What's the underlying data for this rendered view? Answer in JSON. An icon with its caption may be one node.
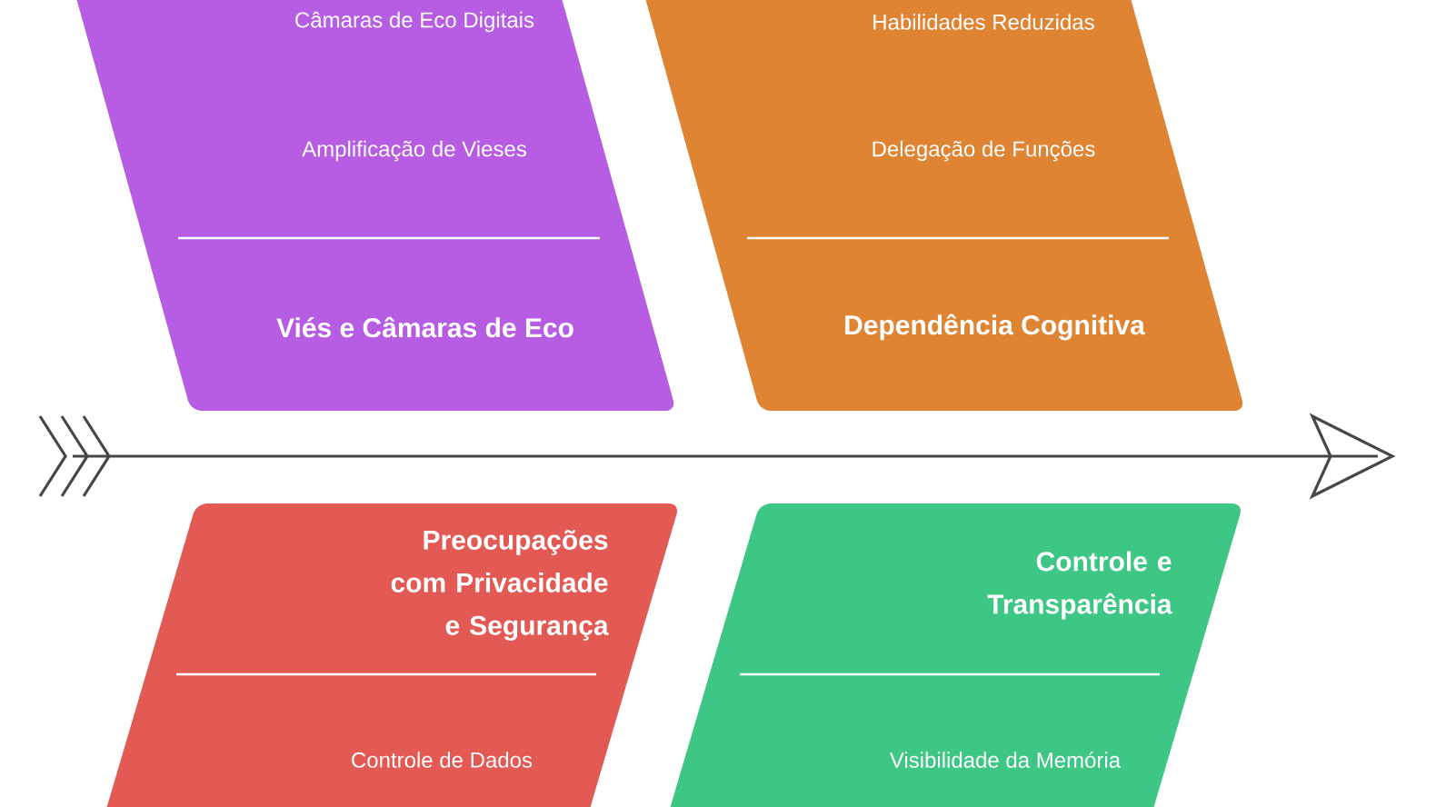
{
  "diagram": {
    "nodes": [
      {
        "text": [
          "Câmaras de Eco Digitais",
          "Amplificação de Vieses",
          "Viés e Câmaras de Eco"
        ]
      },
      {
        "text": [
          "Habilidades Reduzidas",
          "Delegação de Funções",
          "Dependência Cognitiva"
        ]
      },
      {
        "text": [
          "Preocupações com Privacidade e Segurança",
          "Controle de Dados"
        ]
      },
      {
        "text": [
          "Controle e Transparência",
          "Visibilidade da Memória"
        ]
      }
    ]
  }
}
